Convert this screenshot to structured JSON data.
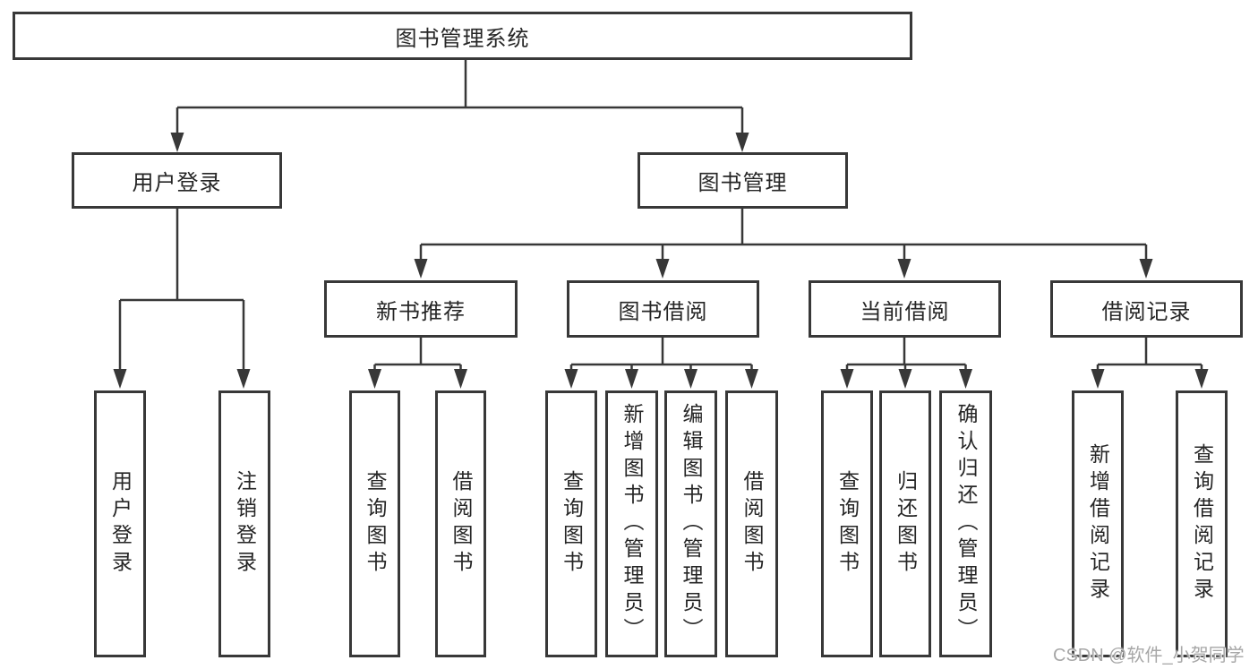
{
  "diagram": {
    "root": {
      "label": "图书管理系统"
    },
    "branches": [
      {
        "label": "用户登录",
        "children": [
          {
            "label": "用户登录"
          },
          {
            "label": "注销登录"
          }
        ]
      },
      {
        "label": "图书管理",
        "children": [
          {
            "label": "新书推荐",
            "children": [
              {
                "label": "查询图书"
              },
              {
                "label": "借阅图书"
              }
            ]
          },
          {
            "label": "图书借阅",
            "children": [
              {
                "label": "查询图书"
              },
              {
                "label": "新增图书（管理员）"
              },
              {
                "label": "编辑图书（管理员）"
              },
              {
                "label": "借阅图书"
              }
            ]
          },
          {
            "label": "当前借阅",
            "children": [
              {
                "label": "查询图书"
              },
              {
                "label": "归还图书"
              },
              {
                "label": "确认归还（管理员）"
              }
            ]
          },
          {
            "label": "借阅记录",
            "children": [
              {
                "label": "新增借阅记录"
              },
              {
                "label": "查询借阅记录"
              }
            ]
          }
        ]
      }
    ]
  },
  "watermark": "CSDN @软件_小贺同学",
  "colors": {
    "line": "#383838",
    "box_border": "#383838",
    "box_fill": "#ffffff",
    "text": "#262626",
    "watermark": "#a7a7a7",
    "background": "#ffffff"
  }
}
